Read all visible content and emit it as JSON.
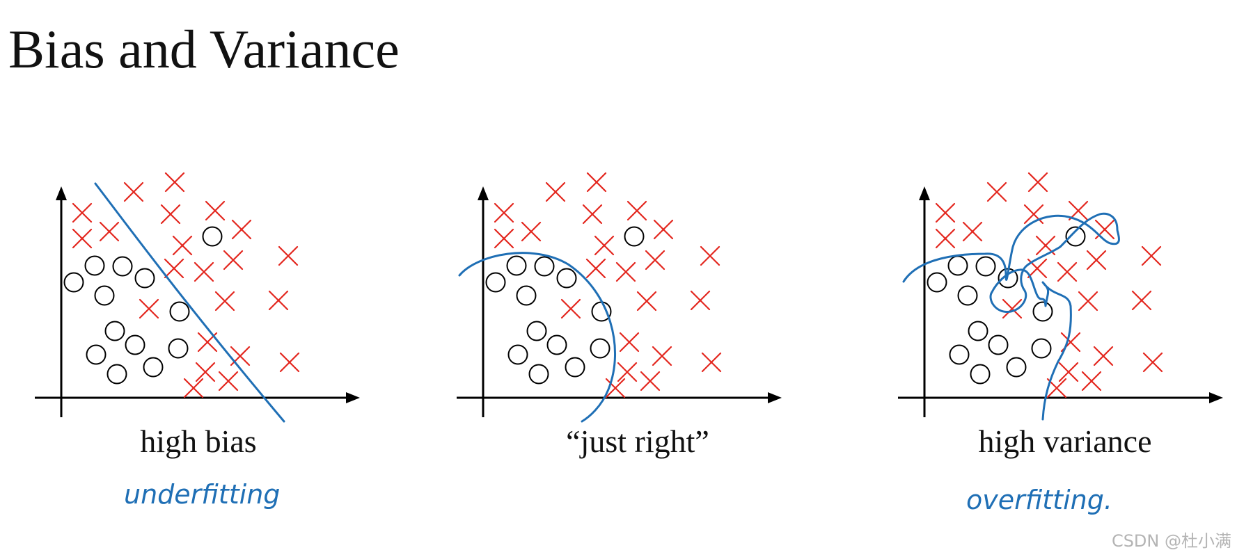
{
  "title": "Bias and Variance",
  "watermark": "CSDN @杜小满",
  "colors": {
    "cross": "#e3261e",
    "circle": "#000000",
    "boundary": "#1f6fb5",
    "handwriting": "#1f6fb5"
  },
  "icons": {
    "positive": "cross-marker",
    "negative": "circle-marker"
  },
  "panels": [
    {
      "id": "high-bias",
      "label": "high bias",
      "note": "underfitting"
    },
    {
      "id": "just-right",
      "label": "“just right”",
      "note": ""
    },
    {
      "id": "high-variance",
      "label": "high variance",
      "note": "overfitting."
    }
  ]
}
